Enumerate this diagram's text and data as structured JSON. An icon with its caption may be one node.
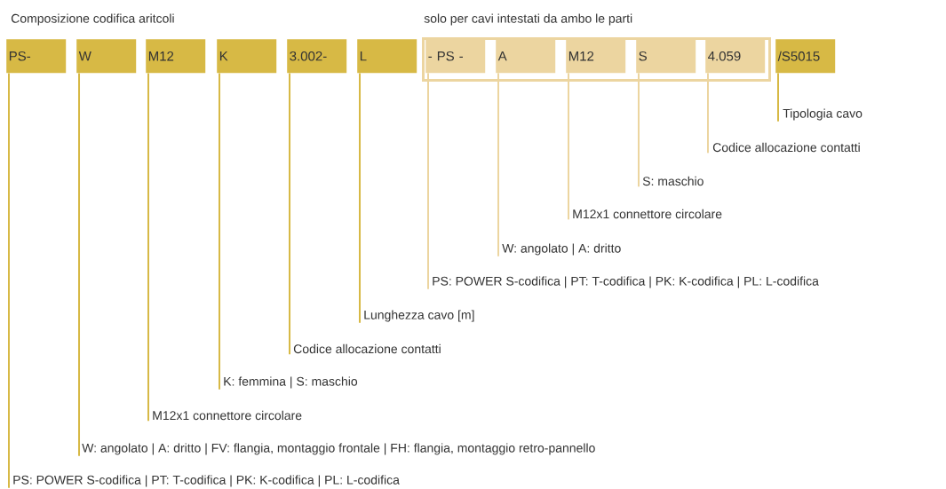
{
  "diagram": {
    "nodes": [
      {
        "text": [
          "PS-"
        ]
      },
      {
        "text": [
          "W"
        ]
      },
      {
        "text": [
          "M12"
        ]
      },
      {
        "text": [
          "K"
        ]
      },
      {
        "text": [
          "3.002-"
        ]
      },
      {
        "text": [
          "L"
        ]
      },
      {
        "text": [
          "solo per cavi intestati da ambo le parti"
        ]
      },
      {
        "text": [
          "- PS -"
        ],
        "in": 6
      },
      {
        "text": [
          "A"
        ],
        "in": 6
      },
      {
        "text": [
          "M12"
        ],
        "in": 6
      },
      {
        "text": [
          "S"
        ],
        "in": 6
      },
      {
        "text": [
          "4.059"
        ],
        "in": 6
      },
      {
        "text": [
          "/S5015"
        ]
      },
      {
        "text": [
          "Tipologia cavo"
        ]
      },
      {
        "text": [
          "Codice allocazione contatti"
        ]
      },
      {
        "text": [
          "S: maschio"
        ]
      },
      {
        "text": [
          "M12x1 connettore circolare"
        ]
      },
      {
        "text": [
          "W: angolato | A: dritto"
        ]
      },
      {
        "text": [
          "PS: POWER S-codifica | PT: T-codifica | PK: K-codifica | PL: L-codifica"
        ]
      },
      {
        "text": [
          "Lunghezza cavo [m]"
        ]
      },
      {
        "text": [
          "Codice allocazione contatti"
        ]
      },
      {
        "text": [
          "K: femmina | S: maschio"
        ]
      },
      {
        "text": [
          "M12x1 connettore circolare"
        ]
      },
      {
        "text": [
          "W: angolato | A: dritto | FV: flangia, montaggio frontale | FH: flangia, montaggio retro-pannello"
        ]
      },
      {
        "text": [
          "PS: POWER S-codifica | PT: T-codifica | PK: K-codifica | PL: L-codifica"
        ]
      }
    ],
    "edges": [
      {
        "from": 12,
        "to": 13,
        "arrow": "none"
      },
      {
        "from": 11,
        "to": 14,
        "arrow": "none",
        "color": "#ecd5a0"
      },
      {
        "from": 10,
        "to": 15,
        "arrow": "none",
        "color": "#ecd5a0"
      },
      {
        "from": 9,
        "to": 16,
        "arrow": "none",
        "color": "#ecd5a0"
      },
      {
        "from": 8,
        "to": 17,
        "arrow": "none",
        "color": "#ecd5a0"
      },
      {
        "from": 7,
        "to": 18,
        "arrow": "none",
        "color": "#ecd5a0"
      },
      {
        "from": 5,
        "to": 19,
        "arrow": "none"
      },
      {
        "from": 4,
        "to": 20,
        "arrow": "none"
      },
      {
        "from": 3,
        "to": 21,
        "arrow": "none"
      },
      {
        "from": 2,
        "to": 22,
        "arrow": "none"
      },
      {
        "from": 1,
        "to": 23,
        "arrow": "none"
      },
      {
        "from": 0,
        "to": 24,
        "arrow": "none"
      }
    ],
    "labels": [
      "Composizione codifica aritcoli"
    ]
  }
}
